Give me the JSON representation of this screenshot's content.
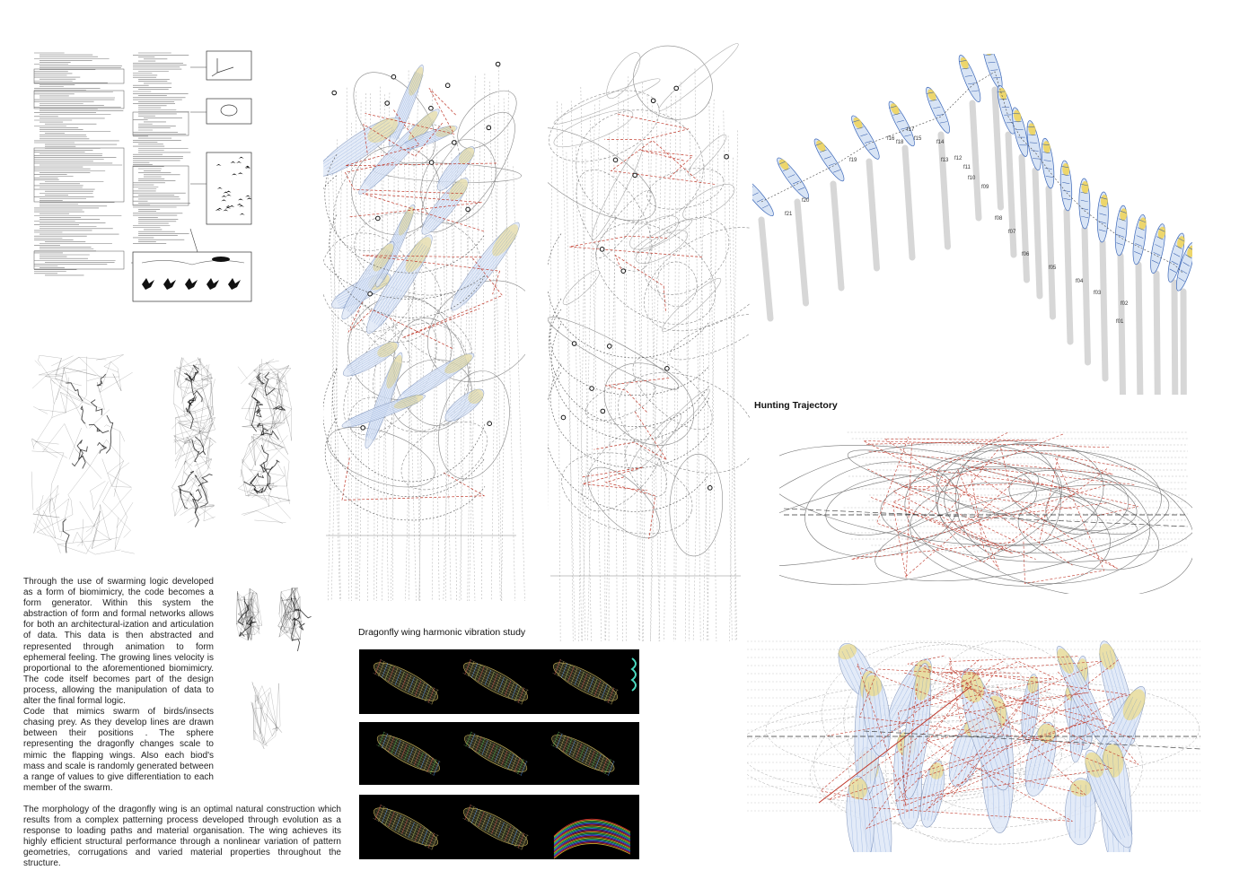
{
  "paragraph_swarm": [
    "Through the use of swarming logic developed as a form of biomimicry, the code becomes a form generator. Within this system the abstraction of form and formal networks allows for both an architectural-ization and articulation of data. This data is then abstracted and represented through animation to form ephemeral feeling. The growing lines velocity is proportional to the aforementioned biomimicry. The code itself becomes part of the design process, allowing the manipulation of data to alter the final formal logic.",
    "Code that mimics swarm of birds/insects chasing prey. As they develop lines are drawn between their positions . The sphere representing the dragonfly changes scale to mimic the flapping wings. Also each biod's mass and scale is randomly generated between a range of values to give differentiation to each member of the swarm."
  ],
  "paragraph_morphology": "The morphology of the dragonfly wing is an optimal natural construction which results from a complex patterning process developed through evolution as a response to loading paths and material organisation. The wing achieves its highly efficient structural performance through a nonlinear variation of pattern geometries, corrugations and varied material properties throughout the structure.",
  "caption_vibration": "Dragonfly wing harmonic vibration study",
  "caption_hunting": "Hunting Trajectory",
  "frame_labels": [
    "f21",
    "f20",
    "f19",
    "f18",
    "f17",
    "f16",
    "f15",
    "f14",
    "f13",
    "f12",
    "f11",
    "f10",
    "f09",
    "f08",
    "f07",
    "f06",
    "f05",
    "f04",
    "f03",
    "f02",
    "f01"
  ],
  "colors": {
    "red": "#c0392b",
    "blue": "#4a78c8",
    "yellow": "#f2d24a",
    "panel_bg": "#000000"
  }
}
